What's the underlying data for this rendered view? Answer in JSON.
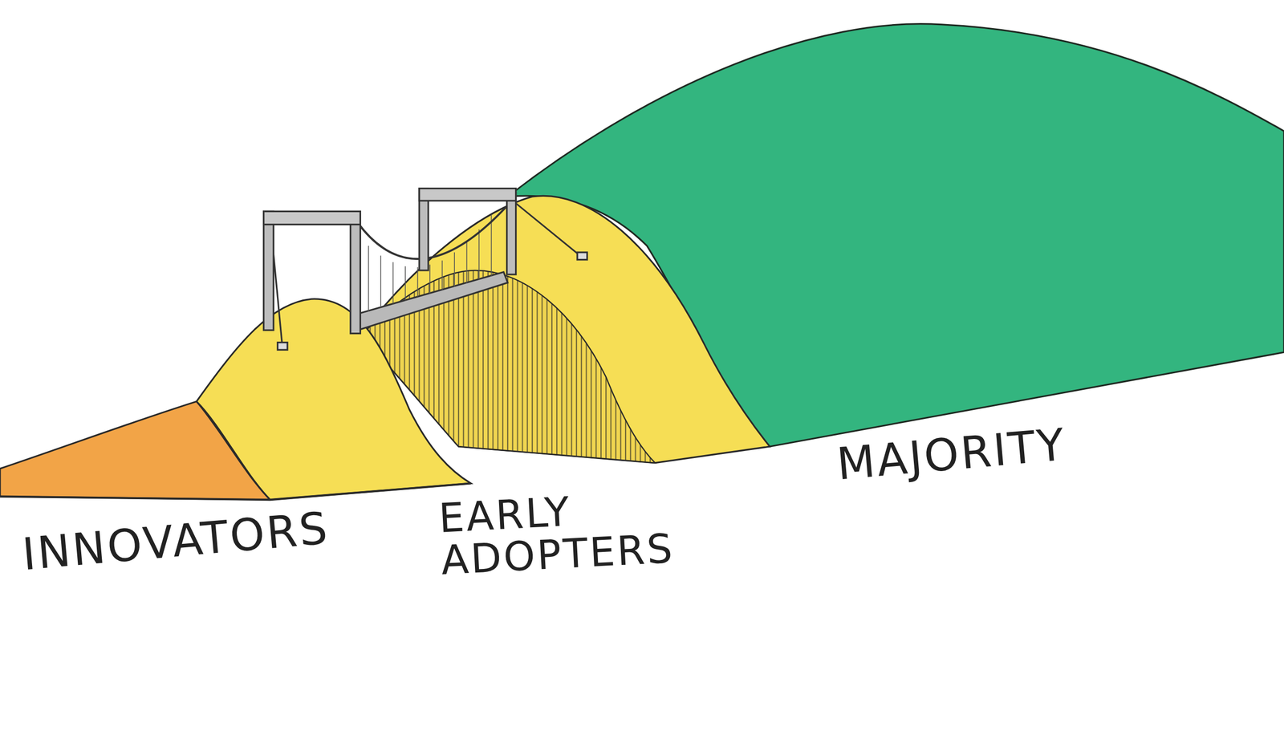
{
  "diagram": {
    "labels": [
      "INNOVATORS",
      "EARLY ADOPTERS",
      "MAJORITY"
    ]
  }
}
